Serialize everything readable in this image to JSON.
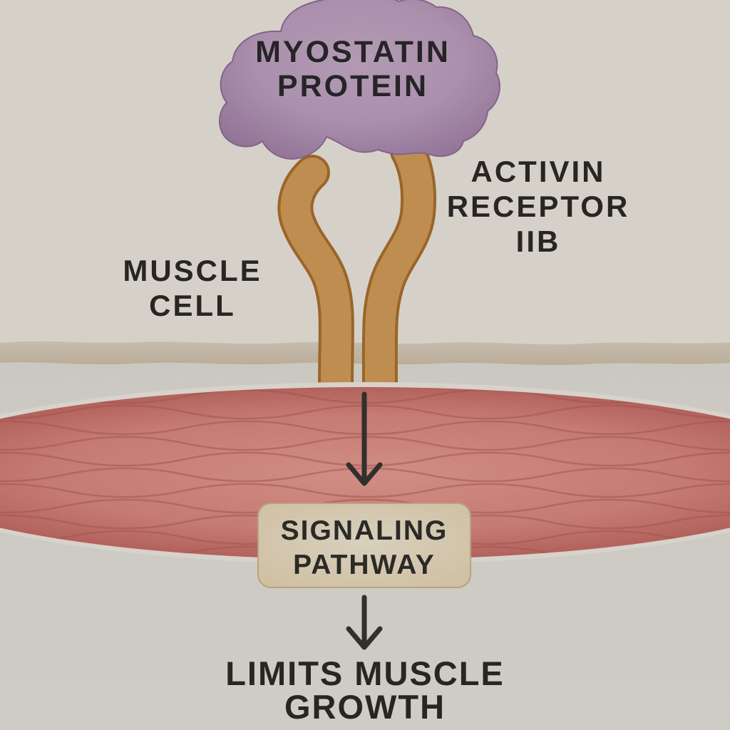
{
  "diagram": {
    "subject": "myostatin-signaling-pathway"
  },
  "labels": {
    "myostatin": {
      "line1": "MYOSTATIN",
      "line2": "PROTEIN"
    },
    "activin": {
      "line1": "ACTIVIN",
      "line2": "RECEPTOR",
      "line3": "IIB"
    },
    "muscle_cell": {
      "line1": "MUSCLE",
      "line2": "CELL"
    },
    "signaling": {
      "line1": "SIGNALING",
      "line2": "PATHWAY"
    },
    "outcome": {
      "line1": "LIMITS MUSCLE",
      "line2": "GROWTH"
    }
  },
  "icons": {
    "arrow_top": "arrow-down",
    "arrow_bottom": "arrow-down"
  },
  "colors": {
    "background_upper": "#f4efe6",
    "background_lower": "#e9e5dd",
    "membrane_light": "#e3d8c6",
    "membrane_dark": "#d5c6ae",
    "blob_light": "#cdb0ce",
    "blob_mid": "#c3a5c6",
    "blob_edge": "#a683ab",
    "blob_outline": "#96739c",
    "receptor_fill": "#dca25c",
    "receptor_edge": "#b0742f",
    "muscle_light": "#efa297",
    "muscle_mid": "#e08d84",
    "muscle_dark": "#bd5b55",
    "muscle_line": "#b85e58",
    "muscle_halo": "#f6f1e8",
    "box_light": "#f7eed9",
    "box_dark": "#ecdab6",
    "box_border": "#d4ba90",
    "arrow": "#3a3734",
    "text": "#2e2b29"
  }
}
